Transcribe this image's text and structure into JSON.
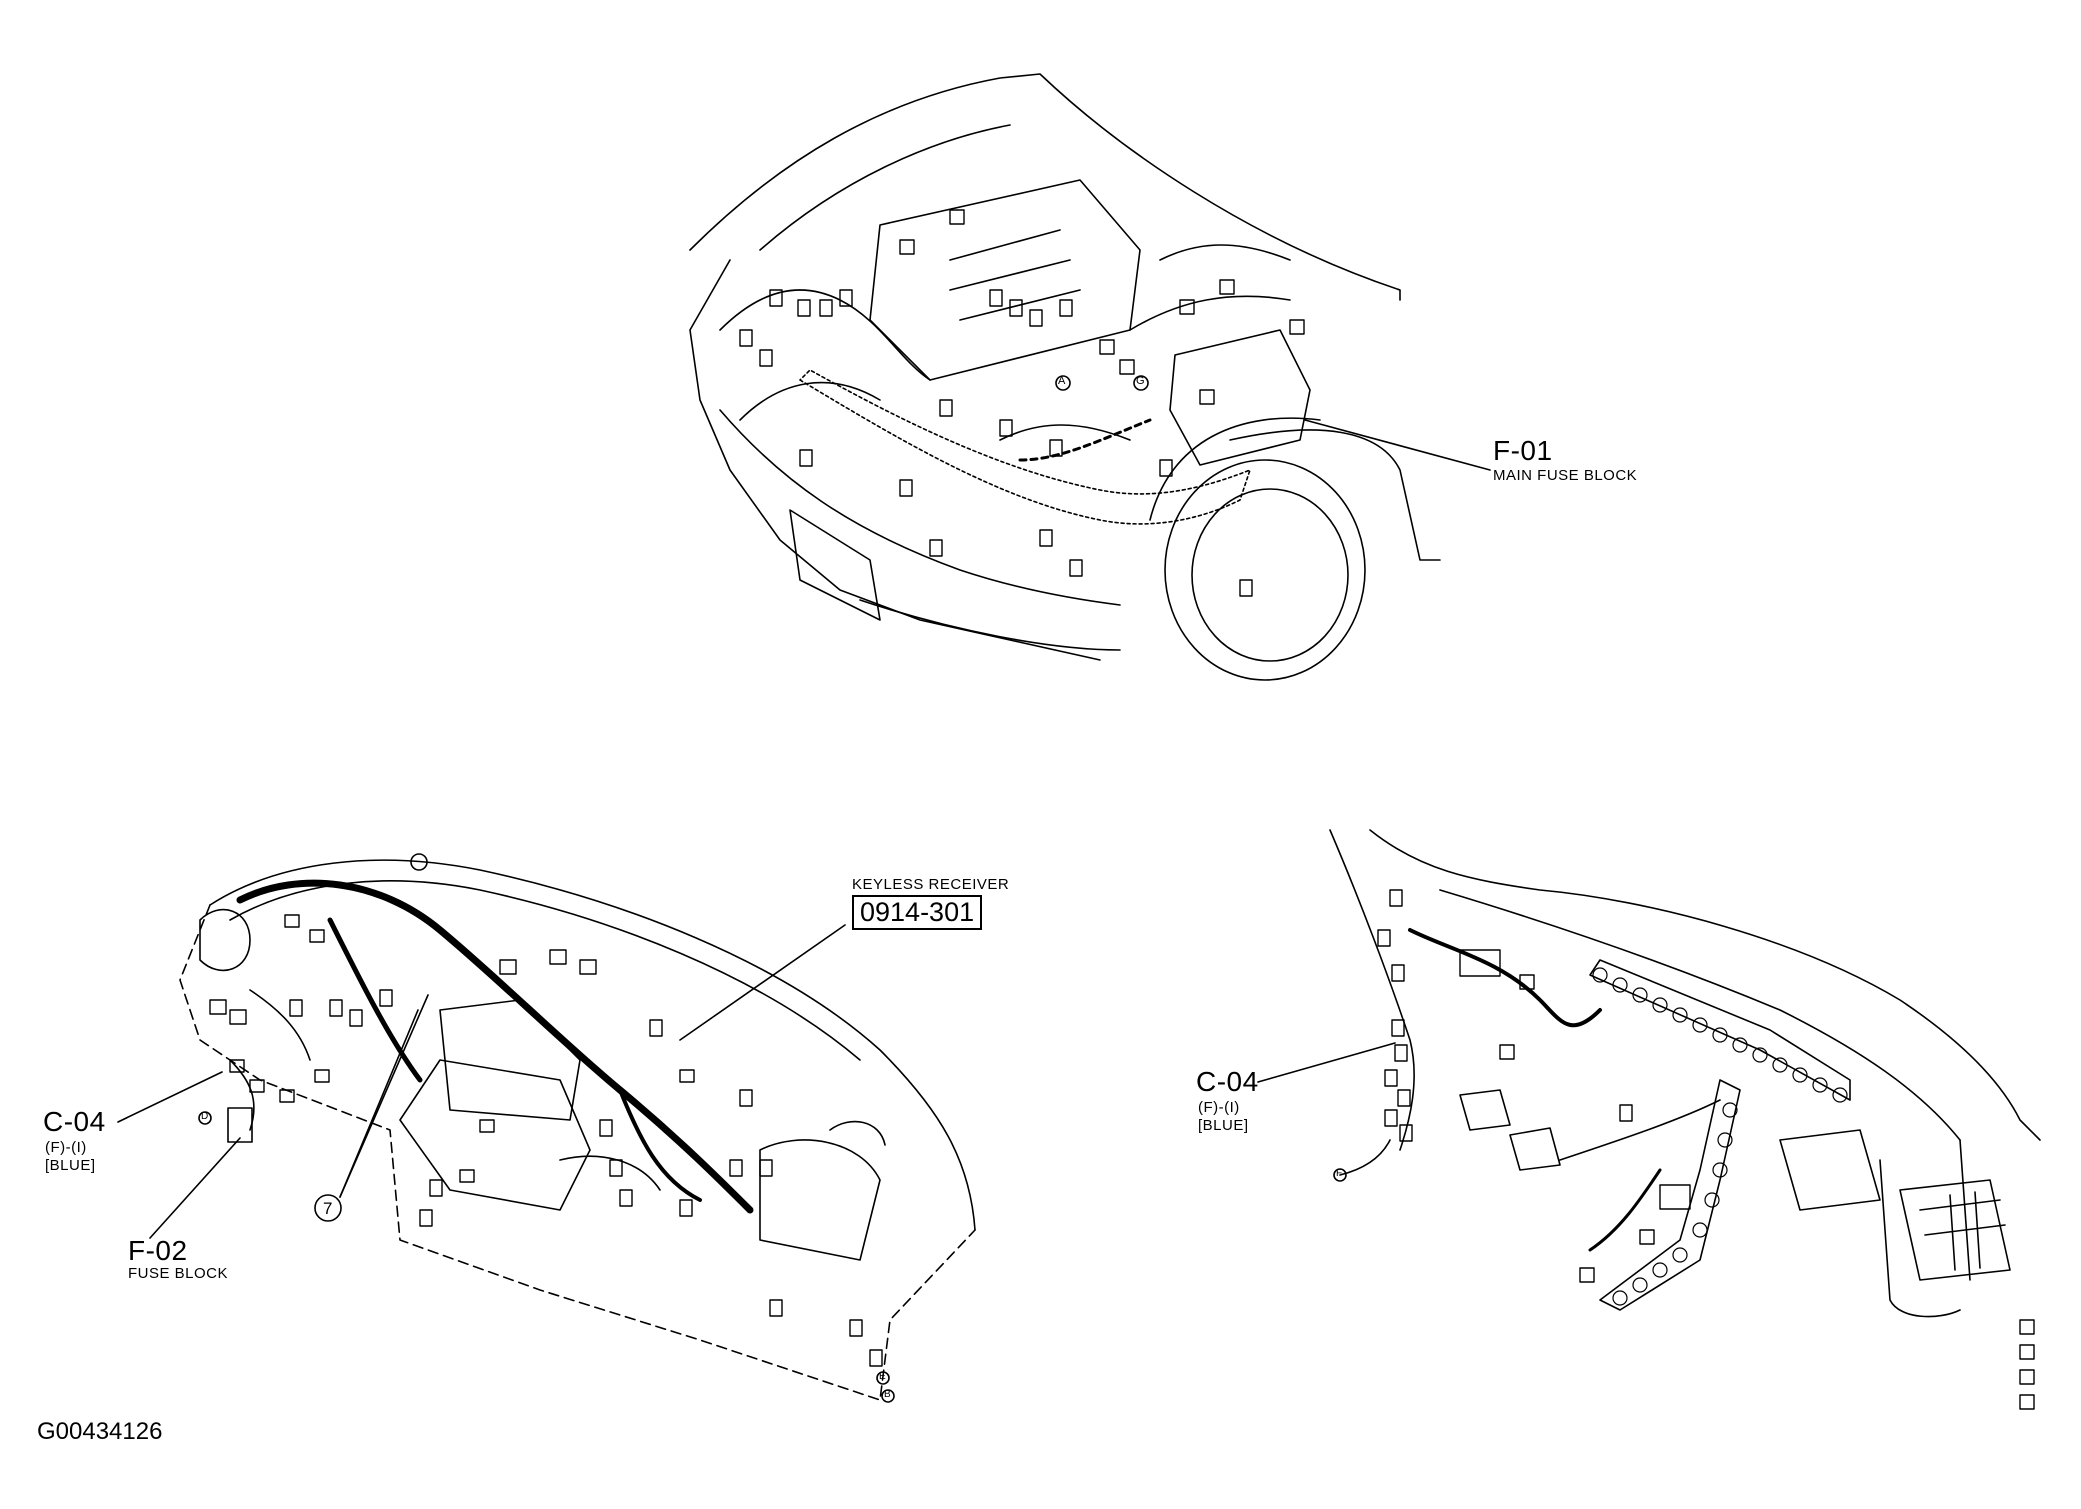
{
  "labels": {
    "f01": {
      "code": "F-01",
      "name": "MAIN FUSE BLOCK"
    },
    "keyless": {
      "name": "KEYLESS RECEIVER",
      "code": "0914-301"
    },
    "c04_left": {
      "code": "C-04",
      "sub1": "(F)-(I)",
      "sub2": "[BLUE]"
    },
    "f02": {
      "code": "F-02",
      "name": "FUSE BLOCK"
    },
    "c04_right": {
      "code": "C-04",
      "sub1": "(F)-(I)",
      "sub2": "[BLUE]"
    },
    "callout_7": "7",
    "figure_id": "G00434126"
  },
  "circle_markers": [
    "A",
    "G",
    "D",
    "E",
    "B",
    "F"
  ]
}
